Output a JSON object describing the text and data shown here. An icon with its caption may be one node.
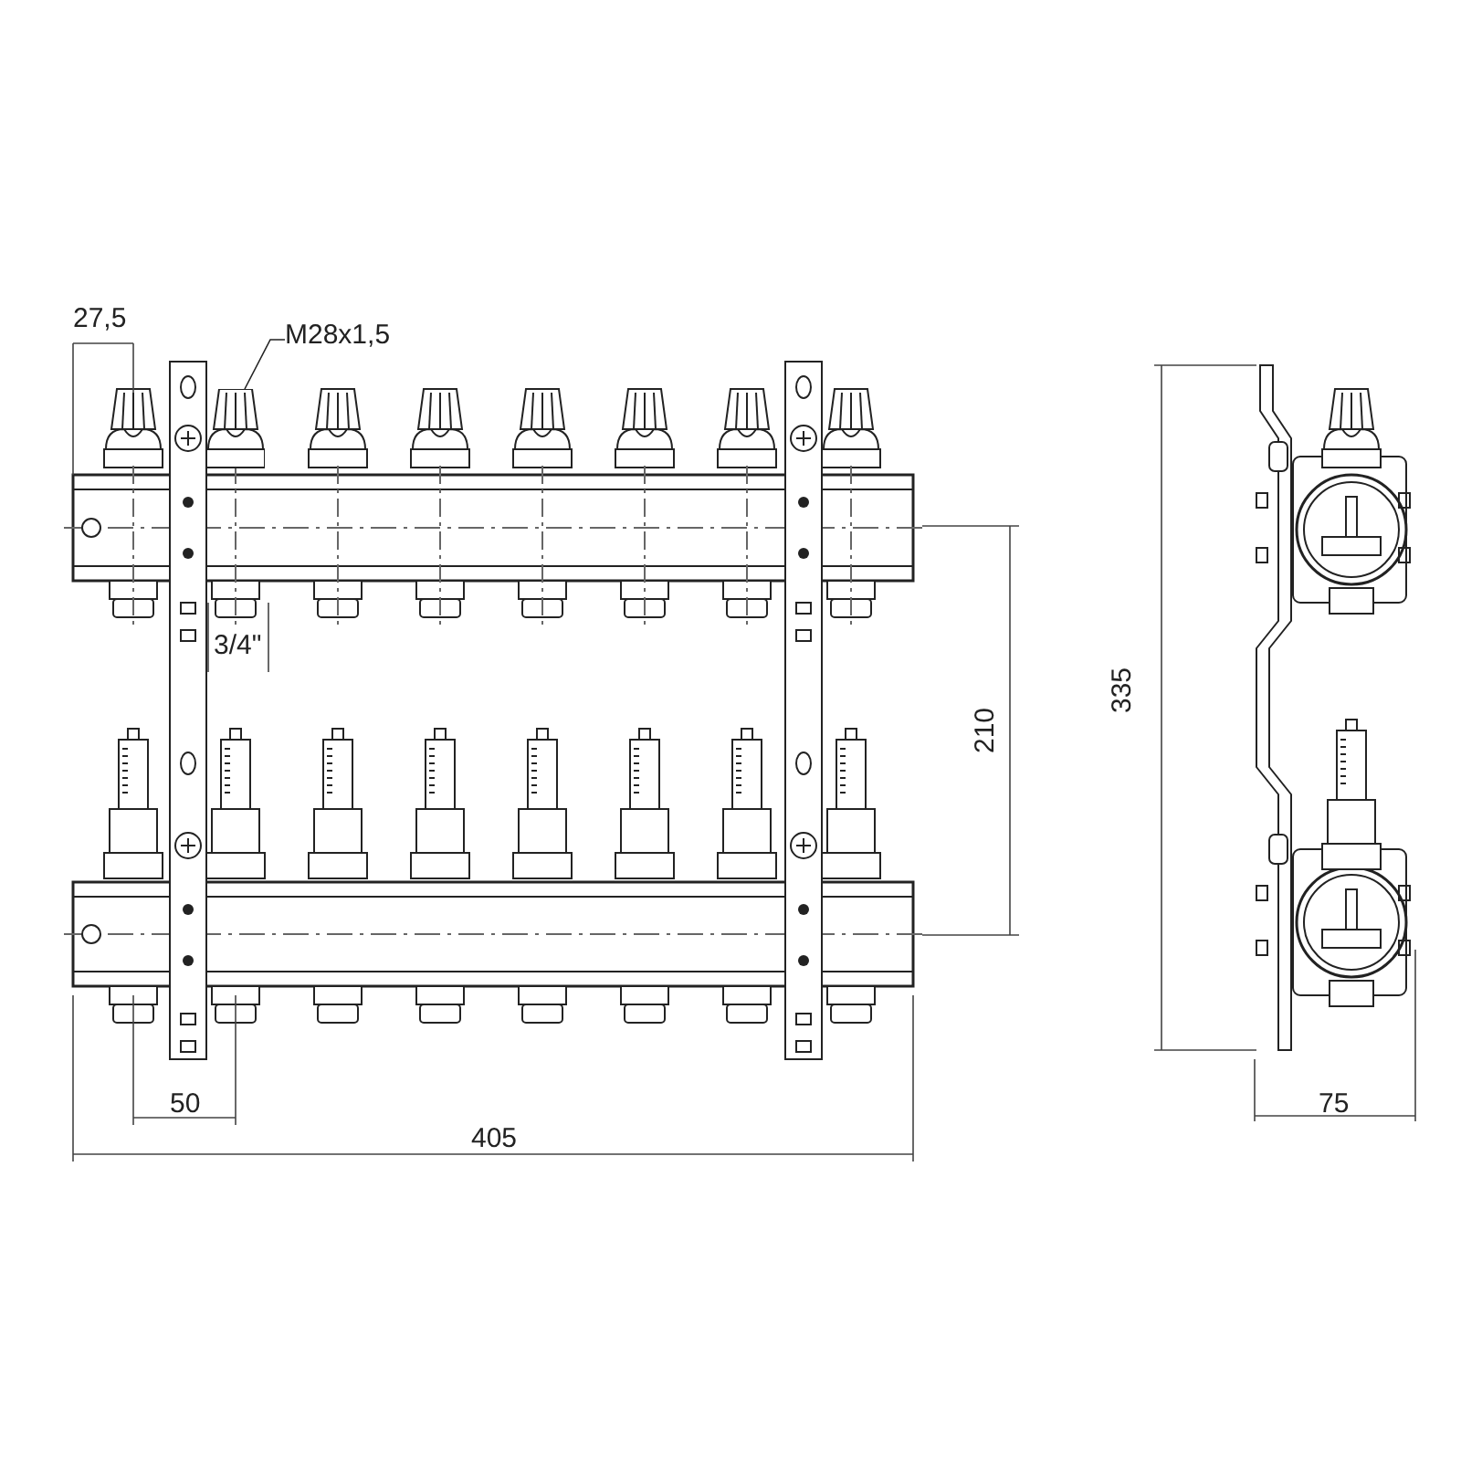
{
  "diagram": {
    "nodes": [
      {
        "text": [
          "M28x1,5"
        ]
      },
      {
        "text": [],
        "shape": "picture"
      }
    ],
    "edges": [
      {
        "from": 0,
        "to": 1,
        "arrow": "none"
      }
    ],
    "labels": [
      "27,5",
      "3/4\"",
      "210",
      "335",
      "50",
      "405",
      "75"
    ]
  }
}
